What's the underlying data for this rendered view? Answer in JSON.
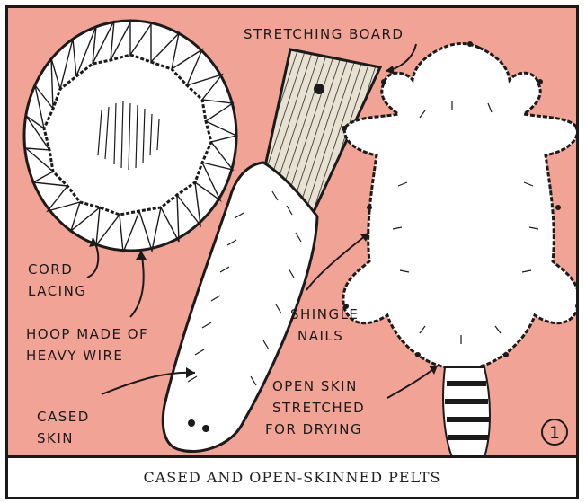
{
  "figure": {
    "caption": "CASED AND OPEN-SKINNED PELTS",
    "number": "1",
    "colors": {
      "background": "#f1a395",
      "ink": "#1b1b1b",
      "pelt": "#ffffff"
    }
  },
  "labels": {
    "stretching_board": "STRETCHING BOARD",
    "cord_lacing_1": "CORD",
    "cord_lacing_2": "LACING",
    "hoop_1": "HOOP MADE OF",
    "hoop_2": "HEAVY WIRE",
    "shingle_1": "SHINGLE",
    "shingle_2": "NAILS",
    "cased_1": "CASED",
    "cased_2": "SKIN",
    "open_1": "OPEN SKIN",
    "open_2": "STRETCHED",
    "open_3": "FOR DRYING"
  }
}
